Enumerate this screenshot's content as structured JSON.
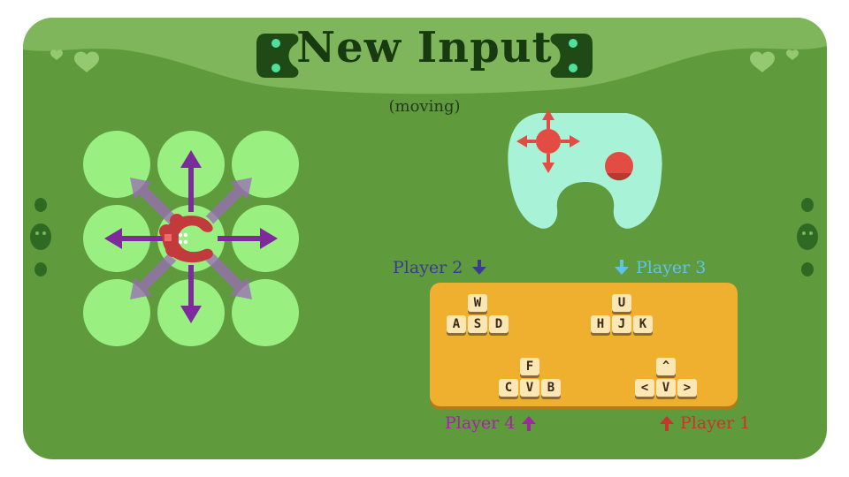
{
  "screen": {
    "title": "New Input",
    "subtitle": "(moving)"
  },
  "colors": {
    "frame": "#5f9a3d",
    "banner": "#7fb55b",
    "title_ink": "#173a10",
    "grid_circle": "#99f080",
    "arrow": "#7b2b9c",
    "gamepad": "#a8f2d8",
    "gamepad_accent": "#e34c42",
    "keyboard_panel": "#efb02f",
    "player1": "#c7362a",
    "player2": "#3a3c8f",
    "player3": "#5fc3e8",
    "player4": "#a0289d"
  },
  "icons": {
    "title_left": "gamepad-icon",
    "title_right": "gamepad-icon",
    "character": "red-blob-character",
    "stick": "joystick-arrows-icon"
  },
  "players": {
    "p2": {
      "label": "Player 2",
      "arrow": "↓"
    },
    "p3": {
      "label": "Player 3",
      "arrow": "↓"
    },
    "p4": {
      "label": "Player 4",
      "arrow": "↑"
    },
    "p1": {
      "label": "Player 1",
      "arrow": "↑"
    }
  },
  "key_groups": {
    "p2": {
      "up": "W",
      "row": [
        "A",
        "S",
        "D"
      ]
    },
    "p3": {
      "up": "U",
      "row": [
        "H",
        "J",
        "K"
      ]
    },
    "p4": {
      "up": "F",
      "row": [
        "C",
        "V",
        "B"
      ]
    },
    "p1": {
      "up": "^",
      "row": [
        "<",
        "V",
        ">"
      ]
    }
  }
}
